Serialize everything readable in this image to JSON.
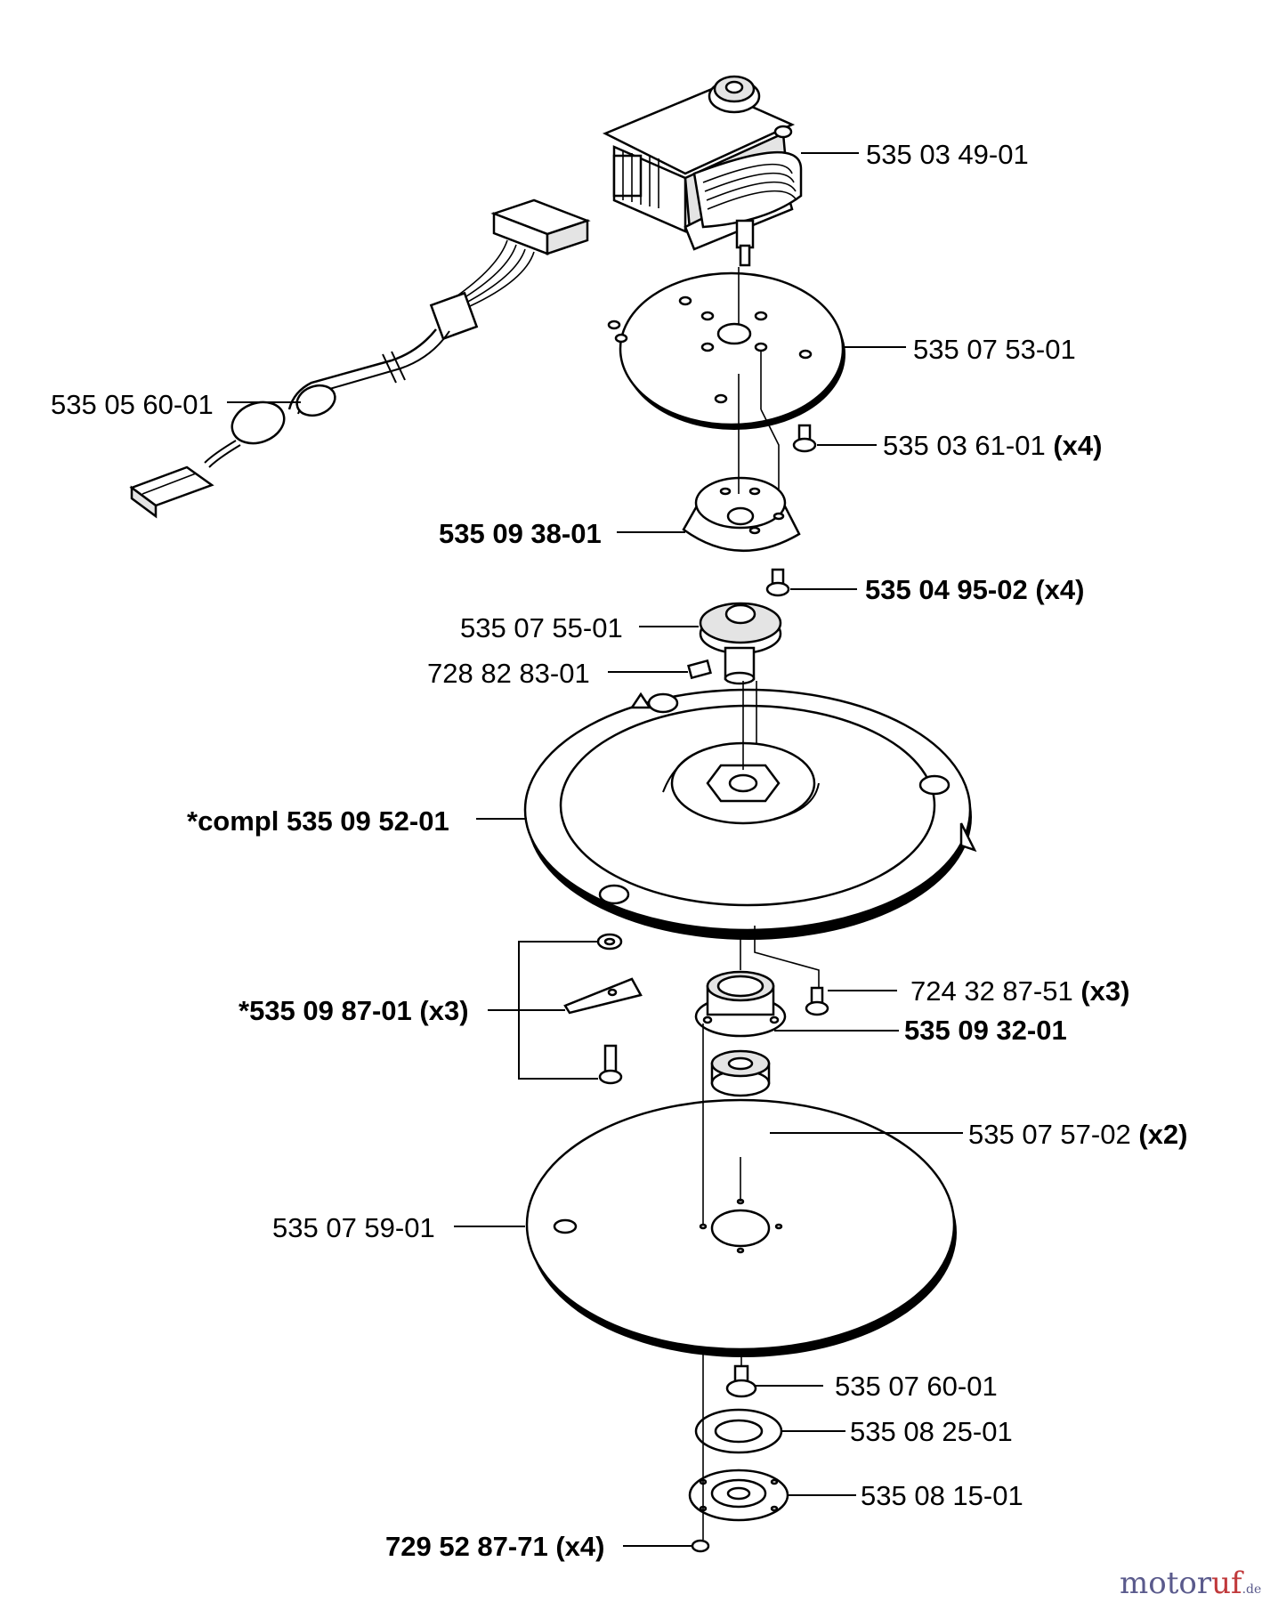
{
  "diagram": {
    "parts": [
      {
        "id": "motor",
        "number": "535 03 49-01",
        "qty": ""
      },
      {
        "id": "motor-plate",
        "number": "535 07 53-01",
        "qty": ""
      },
      {
        "id": "cable",
        "number": "535 05 60-01",
        "qty": ""
      },
      {
        "id": "plate-screw",
        "number": "535 03 61-01",
        "qty": "(x4)"
      },
      {
        "id": "hub-cover",
        "number": "535 09 38-01",
        "qty": ""
      },
      {
        "id": "hub-screw",
        "number": "535 04 95-02",
        "qty": "(x4)"
      },
      {
        "id": "hub",
        "number": "535 07 55-01",
        "qty": ""
      },
      {
        "id": "set-screw",
        "number": "728 82 83-01",
        "qty": ""
      },
      {
        "id": "blade-disc",
        "number": "*compl 535 09 52-01",
        "qty": ""
      },
      {
        "id": "blade-screw",
        "number": "724 32 87-51",
        "qty": "(x3)"
      },
      {
        "id": "bearing-housing",
        "number": "535 09 32-01",
        "qty": ""
      },
      {
        "id": "blade-kit",
        "number": "*535 09 87-01",
        "qty": "(x3)"
      },
      {
        "id": "bearing",
        "number": "535 07 57-02",
        "qty": "(x2)"
      },
      {
        "id": "skid-plate",
        "number": "535 07 59-01",
        "qty": ""
      },
      {
        "id": "center-screw",
        "number": "535 07 60-01",
        "qty": ""
      },
      {
        "id": "washer",
        "number": "535 08 25-01",
        "qty": ""
      },
      {
        "id": "cap",
        "number": "535 08 15-01",
        "qty": ""
      },
      {
        "id": "cap-screw",
        "number": "729 52 87-71",
        "qty": "(x4)"
      }
    ]
  },
  "watermark": {
    "part1": "motor",
    "part2": "uf",
    "part3": ".de"
  }
}
